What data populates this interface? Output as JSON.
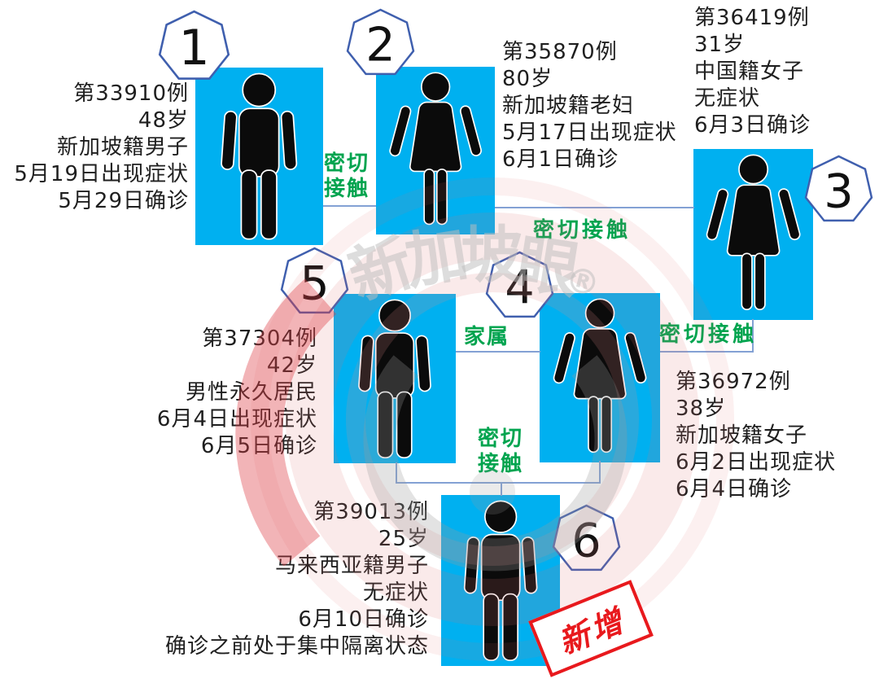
{
  "cases": [
    {
      "number": "1",
      "gender": "male",
      "lines": [
        "第33910例",
        "48岁",
        "新加坡籍男子",
        "5月19日出现症状",
        "5月29日确诊"
      ]
    },
    {
      "number": "2",
      "gender": "female",
      "lines": [
        "第35870例",
        "80岁",
        "新加坡籍老妇",
        "5月17日出现症状",
        "6月1日确诊"
      ]
    },
    {
      "number": "3",
      "gender": "female",
      "lines": [
        "第36419例",
        "31岁",
        "中国籍女子",
        "无症状",
        "6月3日确诊"
      ]
    },
    {
      "number": "4",
      "gender": "female",
      "lines": [
        "第36972例",
        "38岁",
        "新加坡籍女子",
        "6月2日出现症状",
        "6月4日确诊"
      ]
    },
    {
      "number": "5",
      "gender": "male",
      "lines": [
        "第37304例",
        "42岁",
        "男性永久居民",
        "6月4日出现症状",
        "6月5日确诊"
      ]
    },
    {
      "number": "6",
      "gender": "male",
      "lines": [
        "第39013例",
        "25岁",
        "马来西亚籍男子",
        "无症状",
        "6月10日确诊",
        "确诊之前处于集中隔离状态"
      ]
    }
  ],
  "connections": [
    {
      "between": [
        "1",
        "2"
      ],
      "relationship": "密切接触",
      "label_lines": [
        "密切",
        "接触"
      ]
    },
    {
      "between": [
        "2",
        "3"
      ],
      "relationship": "密切接触",
      "label_lines": [
        "密切接触"
      ]
    },
    {
      "between": [
        "3",
        "4"
      ],
      "relationship": "密切接触",
      "label_lines": [
        "密切接触"
      ]
    },
    {
      "between": [
        "5",
        "4"
      ],
      "relationship": "家属",
      "label_lines": [
        "家属"
      ]
    },
    {
      "between": [
        "5",
        "4",
        "6"
      ],
      "relationship": "密切接触",
      "label_lines": [
        "密切",
        "接触"
      ]
    }
  ],
  "stamp": {
    "text": "新增"
  },
  "watermark": {
    "chars": [
      "新",
      "加",
      "坡",
      "眼"
    ],
    "mark": "®"
  },
  "colors": {
    "box_cyan": "#00b0f0",
    "figure_black": "#0b0b0b",
    "label_green": "#00a44f",
    "heptagon_stroke": "#3f5fae",
    "connector_blue": "#83a1d4",
    "stamp_red": "#e8191d",
    "text_black": "#1f1f1f"
  }
}
